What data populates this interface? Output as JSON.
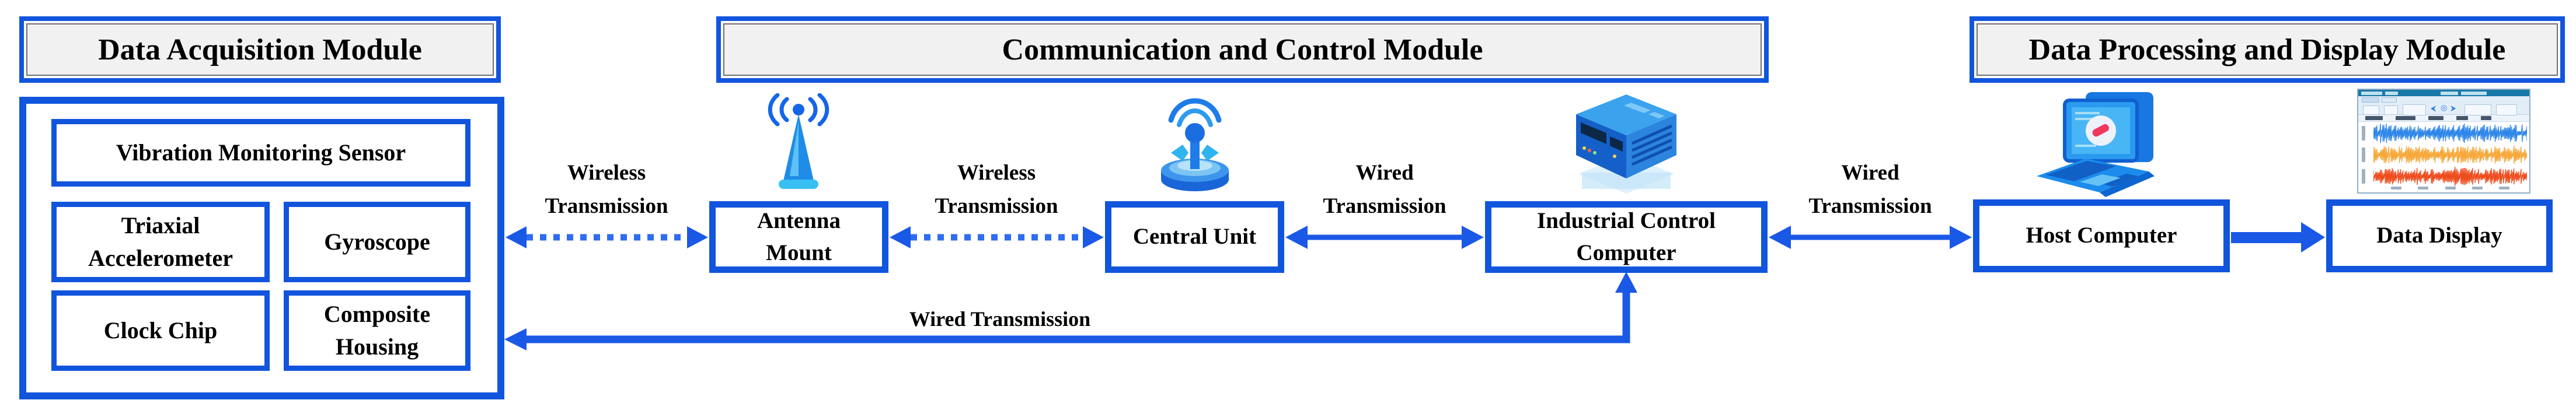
{
  "modules": {
    "daq": {
      "title": "Data Acquisition Module"
    },
    "ccm": {
      "title": "Communication and Control Module"
    },
    "dpm": {
      "title": "Data Processing and Display Module"
    }
  },
  "daq_components": {
    "vibration_sensor": "Vibration Monitoring Sensor",
    "triaxial_accelerometer": "Triaxial Accelerometer",
    "gyroscope": "Gyroscope",
    "clock_chip": "Clock Chip",
    "composite_housing": "Composite Housing"
  },
  "nodes": {
    "antenna_mount": "Antenna Mount",
    "central_unit": "Central Unit",
    "industrial_control_computer": "Industrial Control Computer",
    "host_computer": "Host Computer",
    "data_display": "Data Display"
  },
  "links": {
    "wireless_1": "Wireless Transmission",
    "wireless_2": "Wireless Transmission",
    "wired_1": "Wired Transmission",
    "wired_2": "Wired Transmission",
    "wired_feedback": "Wired Transmission"
  },
  "icons": {
    "antenna_mount": "antenna-tower-icon",
    "central_unit": "radio-transmitter-icon",
    "industrial_control_computer": "industrial-computer-icon",
    "host_computer": "laptop-computer-icon",
    "data_display": "waveform-software-screenshot"
  },
  "colors": {
    "border_blue": "#1155dd",
    "arrow_blue": "#1a58e6",
    "dotted_blue": "#2e6cf0",
    "header_fill": "#f1f1f1",
    "text": "#000000",
    "waveform_blue": "#2e86e8",
    "waveform_orange": "#f6a83a",
    "waveform_red": "#ee4d1e"
  }
}
